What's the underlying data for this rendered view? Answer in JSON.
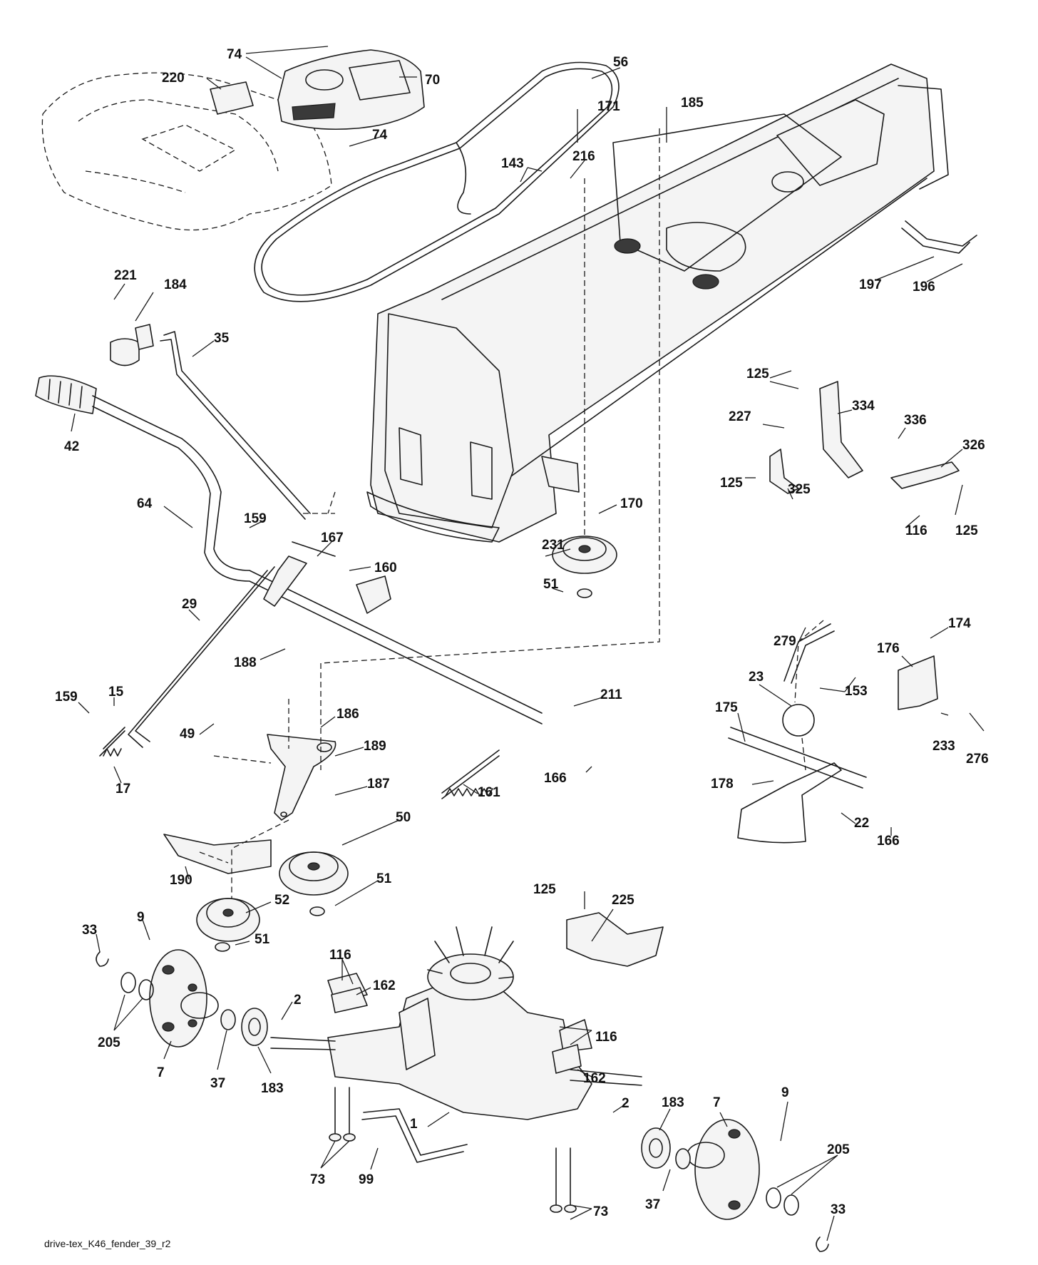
{
  "footer_text": "drive-tex_K46_fender_39_r2",
  "callouts": [
    "74",
    "70",
    "220",
    "74",
    "56",
    "171",
    "185",
    "143",
    "216",
    "197",
    "196",
    "221",
    "184",
    "35",
    "42",
    "64",
    "125",
    "334",
    "227",
    "336",
    "326",
    "125",
    "325",
    "116",
    "125",
    "170",
    "231",
    "51",
    "159",
    "167",
    "160",
    "29",
    "188",
    "279",
    "174",
    "176",
    "153",
    "23",
    "175",
    "159",
    "15",
    "49",
    "186",
    "211",
    "189",
    "17",
    "187",
    "161",
    "166",
    "233",
    "276",
    "178",
    "22",
    "166",
    "50",
    "190",
    "51",
    "52",
    "51",
    "125",
    "225",
    "33",
    "9",
    "116",
    "162",
    "205",
    "2",
    "7",
    "37",
    "183",
    "116",
    "162",
    "2",
    "183",
    "7",
    "9",
    "205",
    "73",
    "99",
    "1",
    "37",
    "73",
    "33"
  ]
}
